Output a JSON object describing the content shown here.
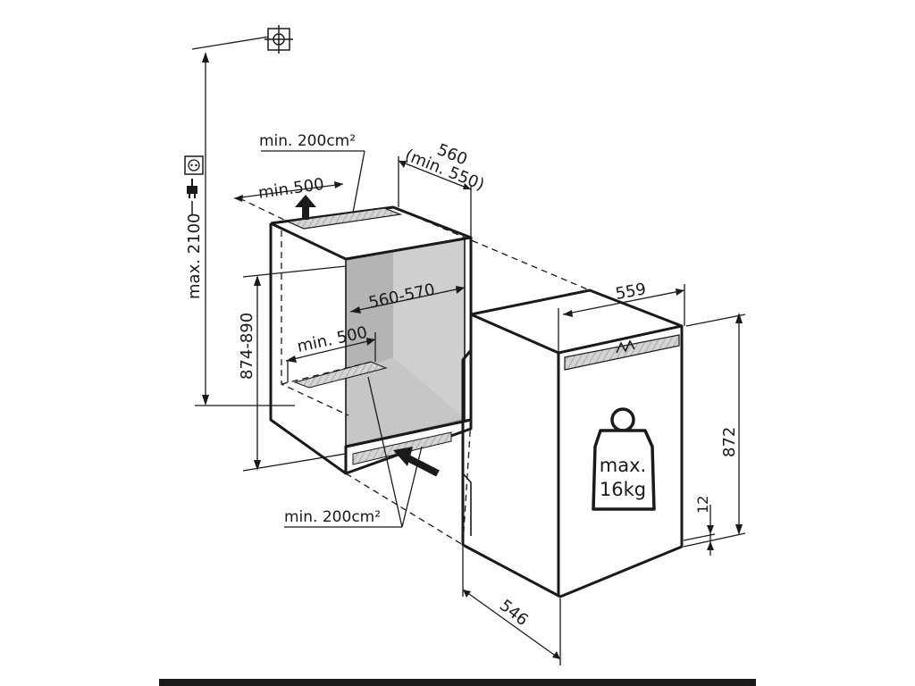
{
  "labels": {
    "max_height": "max. 2100",
    "niche_height": "874-890",
    "vent_top_area": "min. 200cm²",
    "vent_top_width": "min.500",
    "depth_main": "560",
    "depth_min": "(min. 550)",
    "niche_width": "560-570",
    "floor_depth": "min. 500",
    "vent_bottom_area": "min. 200cm²",
    "appliance_width": "559",
    "appliance_height": "872",
    "plinth_gap": "12",
    "appliance_depth": "546",
    "weight_line1": "max.",
    "weight_line2": "16kg"
  },
  "colors": {
    "line": "#1a1a1a",
    "niche_back": "#b4b4b4",
    "niche_side": "#d2d2d2",
    "niche_floor": "#c4c4c4",
    "vent_fill": "#cfcfcf",
    "bottom_bar": "#1a1a1a"
  },
  "icons": [
    "socket-icon",
    "plug-icon",
    "crosshair-icon",
    "weight-icon",
    "airflow-arrow-icon"
  ]
}
